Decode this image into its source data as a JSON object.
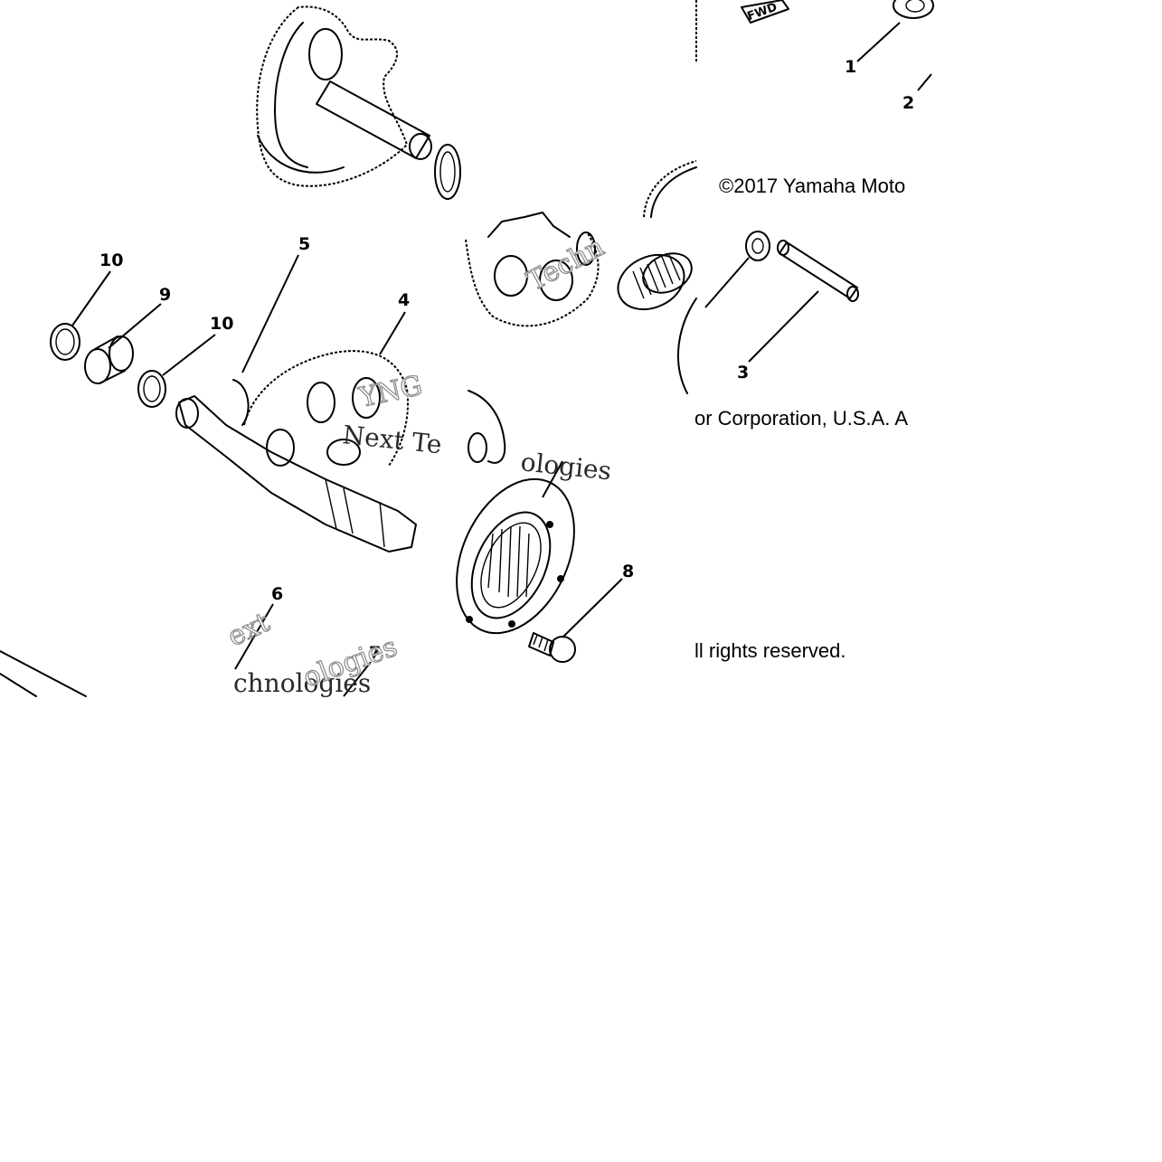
{
  "copyright": {
    "line1": "©2017 Yamaha Moto",
    "line2": "or Corporation, U.S.A. A",
    "line3": "ll rights reserved."
  },
  "direction_label": "FWD",
  "watermarks": {
    "w1": "Next Te",
    "w2": "ologies",
    "w3": "ext",
    "w4": "chnologies",
    "w5": "ologies",
    "w6": "Techn",
    "w7": "YNG"
  },
  "callouts": [
    {
      "id": "1",
      "label": "1"
    },
    {
      "id": "2",
      "label": "2"
    },
    {
      "id": "3",
      "label": "3"
    },
    {
      "id": "4",
      "label": "4"
    },
    {
      "id": "5",
      "label": "5"
    },
    {
      "id": "6",
      "label": "6"
    },
    {
      "id": "7",
      "label": "7"
    },
    {
      "id": "8",
      "label": "8"
    },
    {
      "id": "9",
      "label": "9"
    },
    {
      "id": "10a",
      "label": "10"
    },
    {
      "id": "10b",
      "label": "10"
    }
  ]
}
